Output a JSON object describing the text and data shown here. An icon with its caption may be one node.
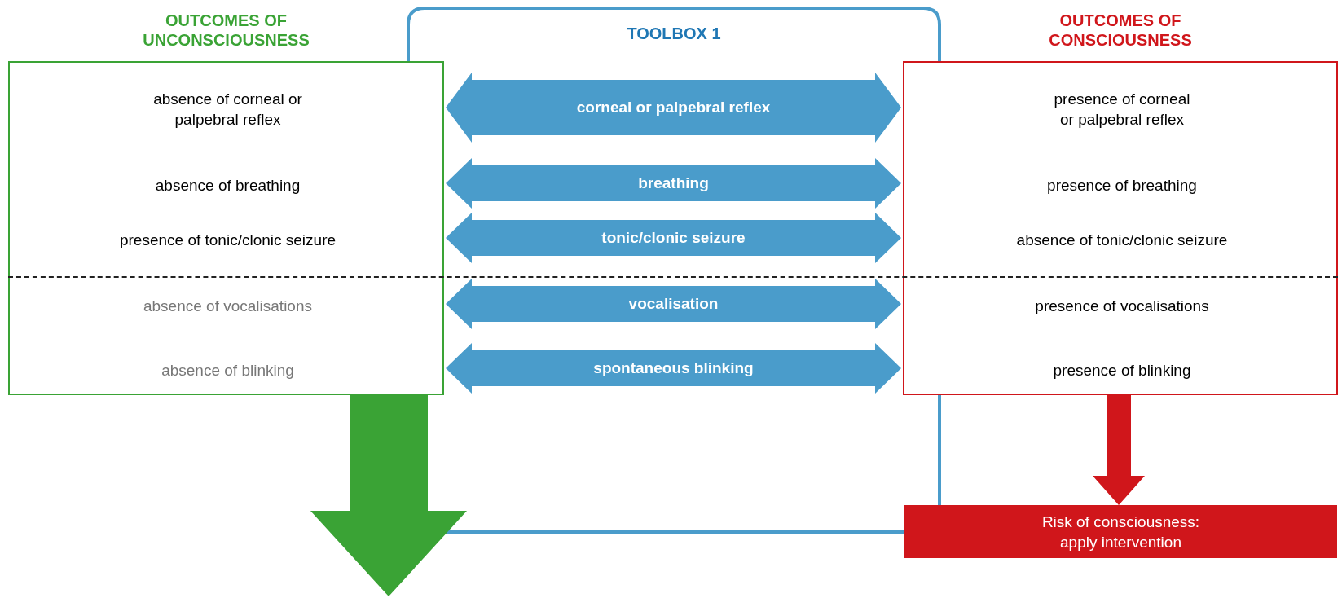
{
  "diagram": {
    "nodes": [
      {
        "text": [
          "OUTCOMES OF UNCONSCIOUSNESS"
        ]
      },
      {
        "text": [
          "absence of corneal or palpebral reflex"
        ],
        "in": 0
      },
      {
        "text": [
          "absence of breathing"
        ],
        "in": 0
      },
      {
        "text": [
          "presence of tonic/clonic seizure"
        ],
        "in": 0
      },
      {
        "text": [
          "absence of vocalisations"
        ],
        "in": 0
      },
      {
        "text": [
          "absence of blinking"
        ],
        "in": 0
      },
      {
        "text": [
          "TOOLBOX 1"
        ]
      },
      {
        "text": [
          "OUTCOMES OF CONSCIOUSNESS"
        ]
      },
      {
        "text": [
          "presence of corneal or palpebral reflex"
        ],
        "in": 7
      },
      {
        "text": [
          "presence of breathing"
        ],
        "in": 7
      },
      {
        "text": [
          "absence of tonic/clonic seizure"
        ],
        "in": 7
      },
      {
        "text": [
          "presence of vocalisations"
        ],
        "in": 7
      },
      {
        "text": [
          "presence of blinking"
        ],
        "in": 7
      },
      {
        "text": [
          "Risk of consciousness: apply intervention"
        ]
      }
    ],
    "edges": [
      {
        "from": 1,
        "to": 8,
        "arrow": "both",
        "label": "corneal or palpebral reflex"
      },
      {
        "from": 2,
        "to": 9,
        "arrow": "both",
        "label": "breathing"
      },
      {
        "from": 3,
        "to": 10,
        "arrow": "both",
        "label": "tonic/clonic seizure"
      },
      {
        "from": 4,
        "to": 11,
        "arrow": "both",
        "label": "vocalisation"
      },
      {
        "from": 5,
        "to": 12,
        "arrow": "both",
        "label": "spontaneous blinking"
      },
      {
        "from": 0,
        "to": null,
        "arrow": "to",
        "style": "thick",
        "color": "#3aa335"
      },
      {
        "from": 7,
        "to": 13,
        "arrow": "to",
        "color": "#d0161b"
      }
    ]
  }
}
